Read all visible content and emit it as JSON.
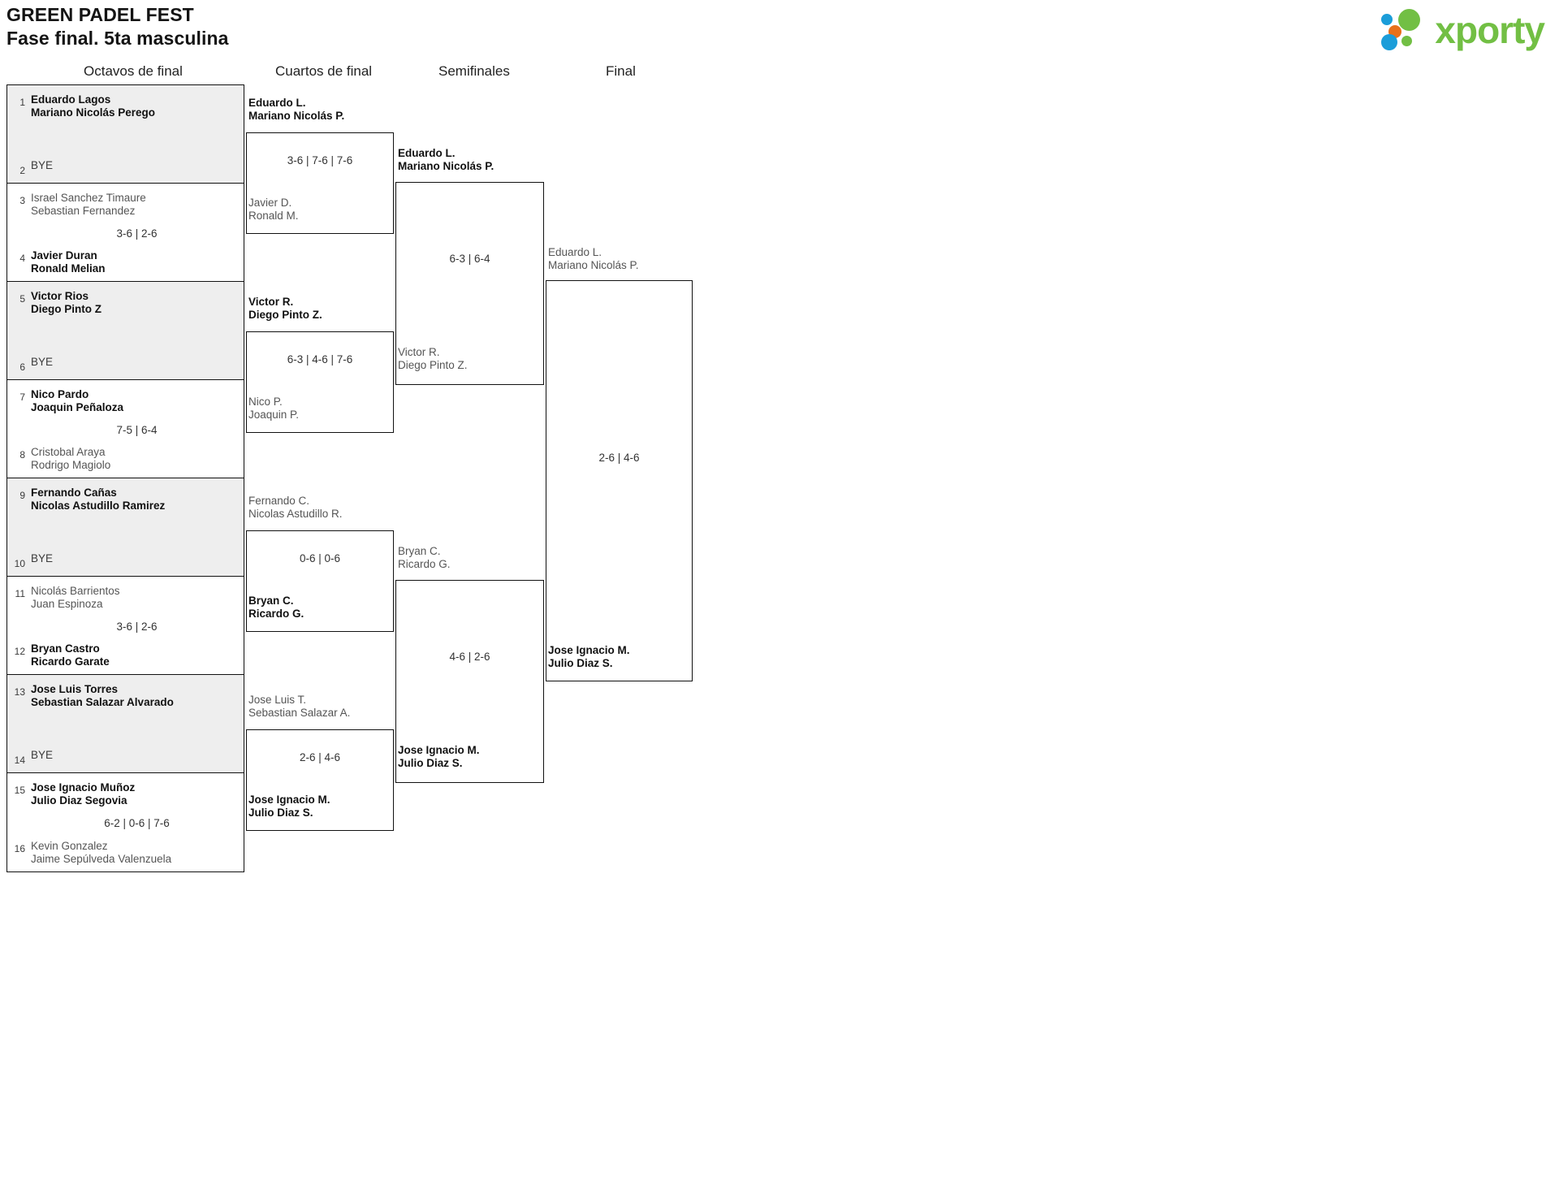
{
  "header": {
    "tournament": "GREEN PADEL FEST",
    "phase": "Fase final. 5ta masculina",
    "logo_text": "xporty",
    "logo_colors": {
      "green": "#72bf44",
      "orange": "#e8701a",
      "blue": "#1b9dd9"
    }
  },
  "rounds": [
    {
      "id": "octavos",
      "label": "Octavos de final"
    },
    {
      "id": "cuartos",
      "label": "Cuartos de final"
    },
    {
      "id": "semis",
      "label": "Semifinales"
    },
    {
      "id": "final",
      "label": "Final"
    }
  ],
  "round1": {
    "matches": [
      {
        "shaded": true,
        "top": {
          "seed": "1",
          "p1": "Eduardo Lagos",
          "p2": "Mariano Nicolás Perego",
          "state": "winner"
        },
        "bottom": {
          "seed": "2",
          "bye": "BYE"
        },
        "score": ""
      },
      {
        "shaded": false,
        "top": {
          "seed": "3",
          "p1": "Israel Sanchez Timaure",
          "p2": "Sebastian Fernandez",
          "state": "loser"
        },
        "bottom": {
          "seed": "4",
          "p1": "Javier Duran",
          "p2": "Ronald Melian",
          "state": "winner"
        },
        "score": "3-6 | 2-6"
      },
      {
        "shaded": true,
        "top": {
          "seed": "5",
          "p1": "Victor Rios",
          "p2": "Diego Pinto Z",
          "state": "winner"
        },
        "bottom": {
          "seed": "6",
          "bye": "BYE"
        },
        "score": ""
      },
      {
        "shaded": false,
        "top": {
          "seed": "7",
          "p1": "Nico Pardo",
          "p2": "Joaquin Peñaloza",
          "state": "winner"
        },
        "bottom": {
          "seed": "8",
          "p1": "Cristobal Araya",
          "p2": "Rodrigo Magiolo",
          "state": "loser"
        },
        "score": "7-5 | 6-4"
      },
      {
        "shaded": true,
        "top": {
          "seed": "9",
          "p1": "Fernando Cañas",
          "p2": "Nicolas Astudillo Ramirez",
          "state": "winner"
        },
        "bottom": {
          "seed": "10",
          "bye": "BYE"
        },
        "score": ""
      },
      {
        "shaded": false,
        "top": {
          "seed": "11",
          "p1": "Nicolás Barrientos",
          "p2": "Juan Espinoza",
          "state": "loser"
        },
        "bottom": {
          "seed": "12",
          "p1": "Bryan Castro",
          "p2": "Ricardo Garate",
          "state": "winner"
        },
        "score": "3-6 | 2-6"
      },
      {
        "shaded": true,
        "top": {
          "seed": "13",
          "p1": "Jose Luis Torres",
          "p2": "Sebastian Salazar Alvarado",
          "state": "winner"
        },
        "bottom": {
          "seed": "14",
          "bye": "BYE"
        },
        "score": ""
      },
      {
        "shaded": false,
        "top": {
          "seed": "15",
          "p1": "Jose Ignacio Muñoz",
          "p2": "Julio Diaz Segovia",
          "state": "winner"
        },
        "bottom": {
          "seed": "16",
          "p1": "Kevin Gonzalez",
          "p2": "Jaime Sepúlveda Valenzuela",
          "state": "loser"
        },
        "score": "6-2 | 0-6 | 7-6"
      }
    ]
  },
  "round2": {
    "matches": [
      {
        "top": {
          "p1": "Eduardo L.",
          "p2": "Mariano Nicolás P.",
          "state": "winner"
        },
        "bottom": {
          "p1": "Javier D.",
          "p2": "Ronald M.",
          "state": "loser"
        },
        "score": "3-6 | 7-6 | 7-6"
      },
      {
        "top": {
          "p1": "Victor R.",
          "p2": "Diego Pinto Z.",
          "state": "winner"
        },
        "bottom": {
          "p1": "Nico P.",
          "p2": "Joaquin P.",
          "state": "loser"
        },
        "score": "6-3 | 4-6 | 7-6"
      },
      {
        "top": {
          "p1": "Fernando C.",
          "p2": "Nicolas Astudillo R.",
          "state": "loser"
        },
        "bottom": {
          "p1": "Bryan C.",
          "p2": "Ricardo G.",
          "state": "winner"
        },
        "score": "0-6 | 0-6"
      },
      {
        "top": {
          "p1": "Jose Luis T.",
          "p2": "Sebastian Salazar A.",
          "state": "loser"
        },
        "bottom": {
          "p1": "Jose Ignacio M.",
          "p2": "Julio Diaz S.",
          "state": "winner"
        },
        "score": "2-6 | 4-6"
      }
    ]
  },
  "round3": {
    "matches": [
      {
        "top": {
          "p1": "Eduardo L.",
          "p2": "Mariano Nicolás P.",
          "state": "winner"
        },
        "bottom": {
          "p1": "Victor R.",
          "p2": "Diego Pinto Z.",
          "state": "loser"
        },
        "score": "6-3 | 6-4"
      },
      {
        "top": {
          "p1": "Bryan C.",
          "p2": "Ricardo G.",
          "state": "loser"
        },
        "bottom": {
          "p1": "Jose Ignacio M.",
          "p2": "Julio Diaz S.",
          "state": "winner"
        },
        "score": "4-6 | 2-6"
      }
    ]
  },
  "round4": {
    "matches": [
      {
        "top": {
          "p1": "Eduardo L.",
          "p2": "Mariano Nicolás P.",
          "state": "loser"
        },
        "bottom": {
          "p1": "Jose Ignacio M.",
          "p2": "Julio Diaz S.",
          "state": "winner"
        },
        "score": "2-6 | 4-6"
      }
    ]
  },
  "champion": {
    "p1": "Jose Ignacio M.",
    "p2": "Julio Diaz S.",
    "state": "winner"
  }
}
